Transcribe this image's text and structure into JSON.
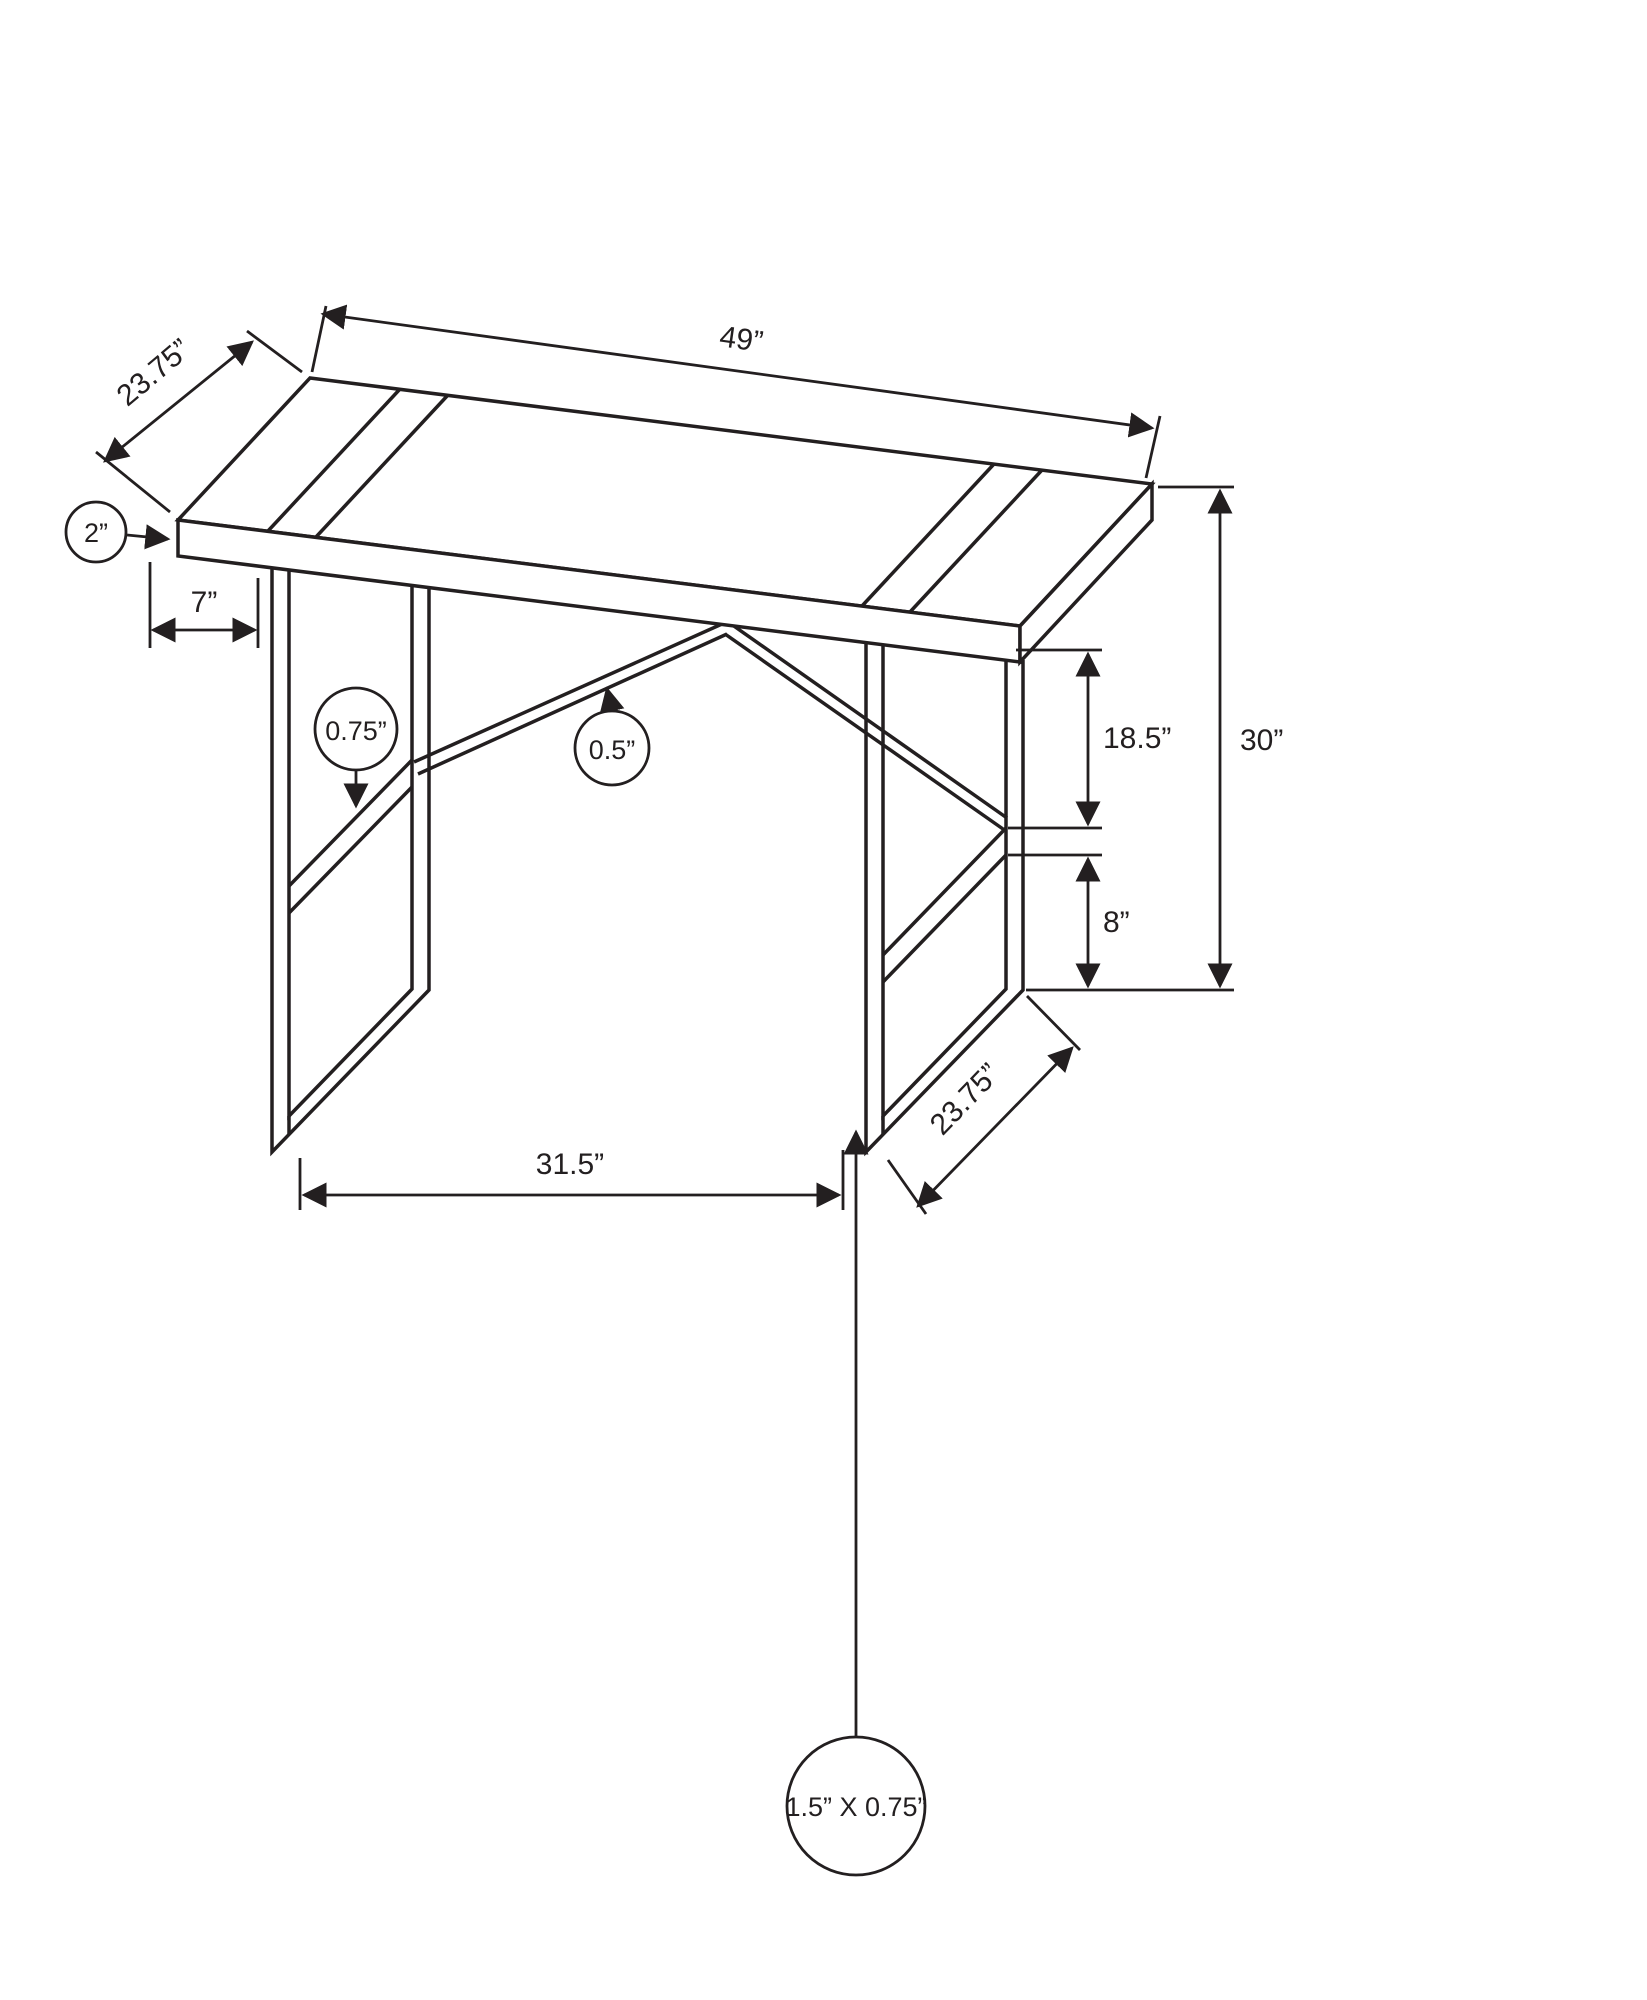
{
  "diagram": {
    "line_color": "#231f20",
    "background_color": "#ffffff",
    "dimensions": {
      "top_width": "49”",
      "top_depth": "23.75”",
      "top_thickness": "2”",
      "top_overhang": "7”",
      "shelf_bar_thickness": "0.75”",
      "brace_thickness": "0.5”",
      "upper_leg_height": "18.5”",
      "overall_height": "30”",
      "lower_leg_height": "8”",
      "leg_span": "31.5”",
      "leg_depth": "23.75”",
      "tube_profile": "1.5” X 0.75”"
    }
  }
}
